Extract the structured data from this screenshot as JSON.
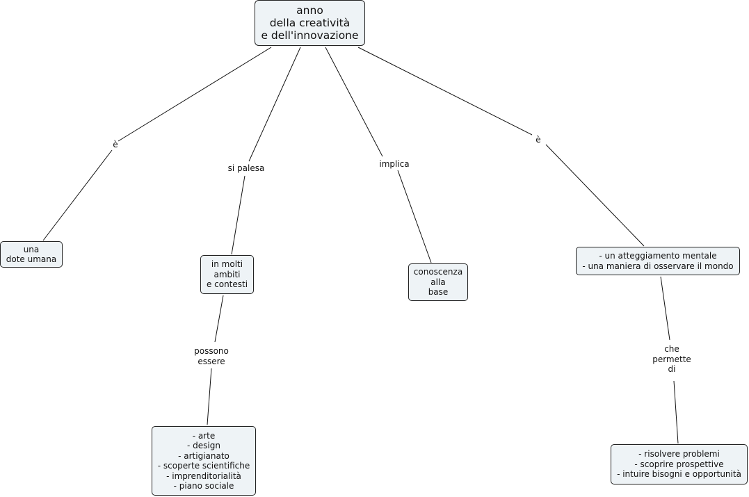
{
  "concept_map": {
    "root": "anno\ndella creatività\ne dell'innovazione",
    "nodes": {
      "dote": "una\ndote umana",
      "ambiti": "in molti\nambiti\ne contesti",
      "conoscenza": "conoscenza\nalla\nbase",
      "atteggiamento": "- un atteggiamento mentale\n- una maniera di osservare il mondo",
      "arte": "- arte\n- design\n- artigianato\n- scoperte scientifiche\n- imprenditorialità\n- piano sociale",
      "risolvere": "- risolvere problemi\n- scoprire prospettive\n- intuire bisogni e opportunità"
    },
    "links": {
      "e1": "è",
      "palesa": "si palesa",
      "implica": "implica",
      "e2": "è",
      "possono": "possono\nessere",
      "permette": "che\npermette\ndi"
    }
  }
}
